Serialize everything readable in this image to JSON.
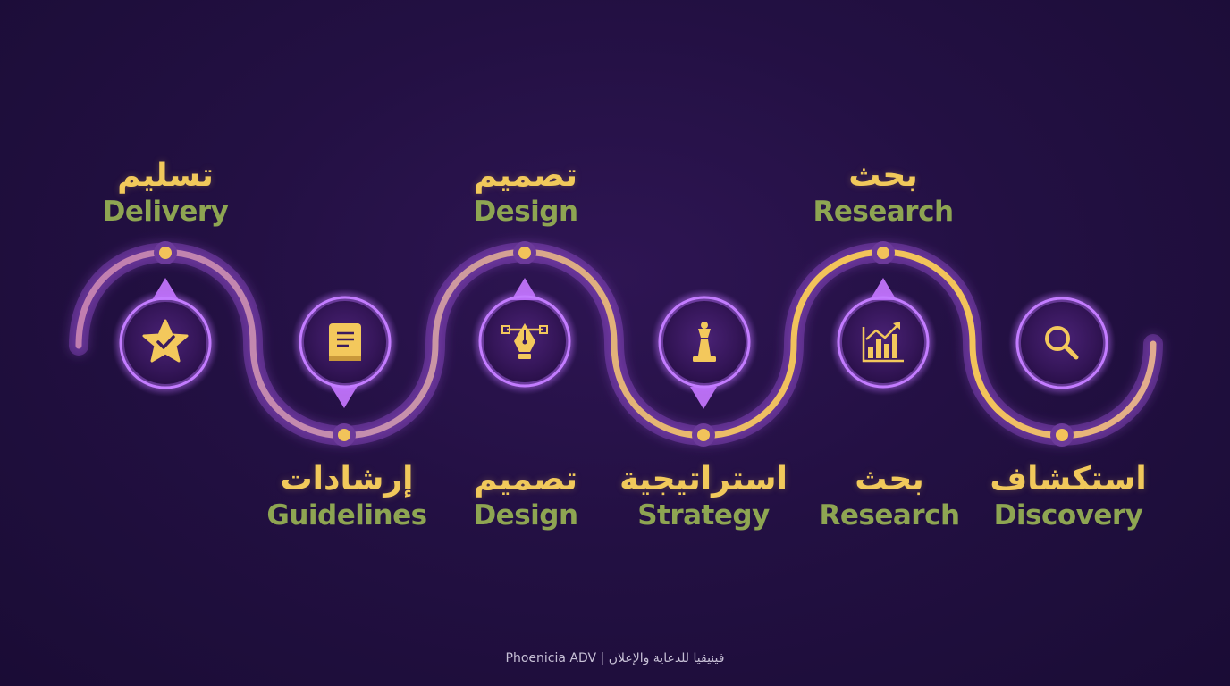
{
  "stages": [
    {
      "arabic": "تسليم",
      "english": "Delivery",
      "icon": "star-check-icon"
    },
    {
      "arabic": "إرشادات",
      "english": "Guidelines",
      "icon": "book-icon"
    },
    {
      "arabic": "تصميم",
      "english": "Design",
      "icon": "pen-tool-icon"
    },
    {
      "arabic": "استراتيجية",
      "english": "Strategy",
      "icon": "chess-piece-icon"
    },
    {
      "arabic": "بحث",
      "english": "Research",
      "icon": "bar-chart-icon"
    },
    {
      "arabic": "استكشاف",
      "english": "Discovery",
      "icon": "magnifier-icon"
    }
  ],
  "top_labels": [
    {
      "arabic": "تسليم",
      "english": "Delivery"
    },
    {
      "arabic": "تصميم",
      "english": "Design"
    },
    {
      "arabic": "بحث",
      "english": "Research"
    }
  ],
  "bottom_labels": [
    {
      "arabic": "إرشادات",
      "english": "Guidelines"
    },
    {
      "arabic": "تصميم",
      "english": "Design"
    },
    {
      "arabic": "استراتيجية",
      "english": "Strategy"
    },
    {
      "arabic": "بحث",
      "english": "Research"
    },
    {
      "arabic": "استكشاف",
      "english": "Discovery"
    }
  ],
  "footer": "Phoenicia ADV | فينيقيا للدعاية والإعلان",
  "colors": {
    "background": "#231043",
    "arabic_text": "#f1c95b",
    "english_text": "#8ea552",
    "path_yellow": "#f2c35a",
    "path_pink": "#d9a0a8",
    "node_purple": "#a45ce0",
    "icon_gold": "#f3c85c"
  }
}
